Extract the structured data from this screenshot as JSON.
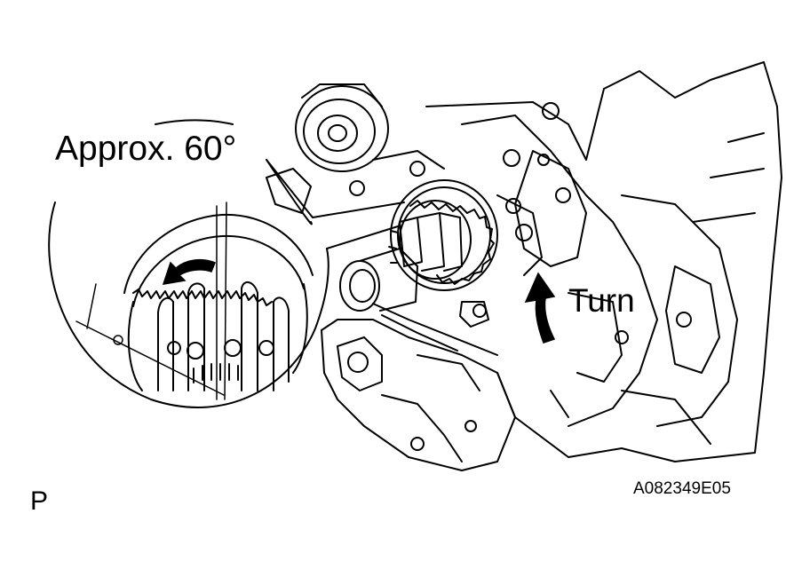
{
  "labels": {
    "angle": "Approx. 60°",
    "turn": "Turn",
    "corner_letter": "P",
    "figure_code": "A082349E05"
  },
  "icons": {
    "rotation_arrow": "curved-arrow-left",
    "turn_arrow": "curved-arrow-up"
  },
  "colors": {
    "ink": "#000000",
    "paper": "#ffffff"
  }
}
